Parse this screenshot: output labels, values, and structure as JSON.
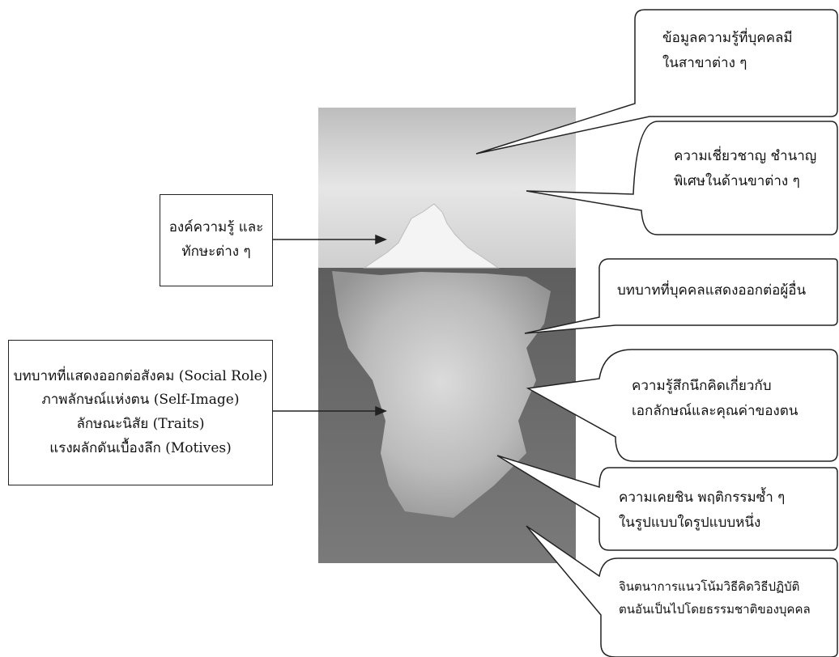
{
  "diagram": {
    "left_labels": {
      "knowledge_skills": [
        "องค์ความรู้ และ",
        "ทักษะต่าง ๆ"
      ],
      "deep_traits": [
        "บทบาทที่แสดงออกต่อสังคม (Social Role)",
        "ภาพลักษณ์แห่งตน (Self-Image)",
        "ลักษณะนิสัย (Traits)",
        "แรงผลักดันเบื้องลึก (Motives)"
      ]
    },
    "right_bubbles": {
      "knowledge": [
        "ข้อมูลความรู้ที่บุคคลมี",
        "ในสาขาต่าง ๆ"
      ],
      "expertise": [
        "ความเชี่ยวชาญ ชำนาญ",
        "พิเศษในด้านขาต่าง ๆ"
      ],
      "social_role": [
        "บทบาทที่บุคคลแสดงออกต่อผู้อื่น"
      ],
      "self_image": [
        "ความรู้สึกนึกคิดเกี่ยวกับ",
        "เอกลักษณ์และคุณค่าของตน"
      ],
      "traits": [
        "ความเคยชิน พฤติกรรมซ้ำ ๆ",
        "ในรูปแบบใดรูปแบบหนึ่ง"
      ],
      "motives": [
        "จินตนาการแนวโน้มวิธีคิดวิธีปฏิบัติ",
        "ตนอันเป็นไปโดยธรรมชาติของบุคคล"
      ]
    },
    "colors": {
      "sky": "#d9d9d9",
      "water": "#6f6f6f",
      "ice": "#f2f2f2",
      "stroke": "#222222"
    }
  }
}
